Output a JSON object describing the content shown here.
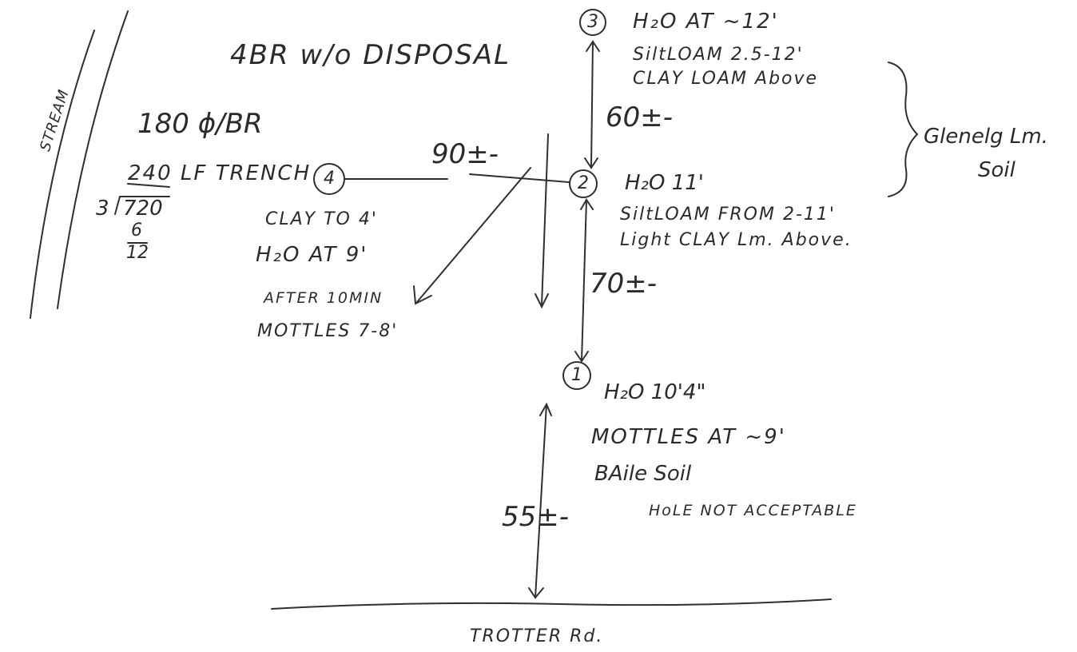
{
  "sketch": {
    "stream_label": "STREAM",
    "header": {
      "bedrooms": "4BR w/o DISPOSAL",
      "rate": "180 ɸ/BR",
      "trench": "240 LF TRENCH",
      "division": {
        "divisor": "3",
        "dividend": "720",
        "step": "6",
        "remainder": "12"
      }
    },
    "holes": {
      "h1": {
        "number": "1",
        "notes": [
          "H₂O 10'4\"",
          "MOTTLES AT ~9'",
          "BAile Soil"
        ]
      },
      "h2": {
        "number": "2",
        "notes": [
          "H₂O 11'",
          "SiltLOAM FROM 2-11'",
          "Light CLAY Lm. Above."
        ]
      },
      "h3": {
        "number": "3",
        "notes": [
          "H₂O AT ~12'",
          "SiltLOAM 2.5-12'",
          "CLAY LOAM Above"
        ]
      },
      "h4": {
        "number": "4",
        "notes": [
          "CLAY TO 4'",
          "H₂O AT 9'",
          "AFTER 10MIN",
          "MOTTLES 7-8'"
        ]
      }
    },
    "distances": {
      "d_3_2": "60±-",
      "d_4_2": "90±-",
      "d_2_1": "70±-",
      "d_1_road": "55±-"
    },
    "soil_group": [
      "Glenelg Lm.",
      "Soil"
    ],
    "verdict": "HoLE NOT ACCEPTABLE",
    "road": "TROTTER Rd."
  }
}
